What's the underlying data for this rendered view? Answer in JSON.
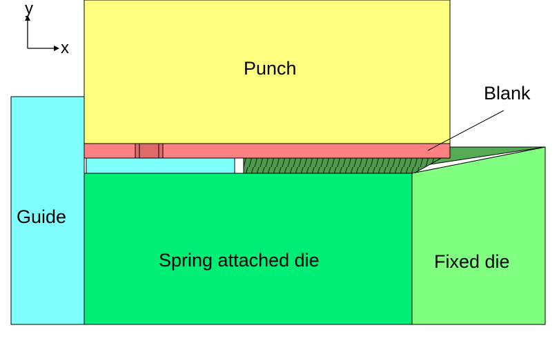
{
  "axes": {
    "y_label": "y",
    "x_label": "x"
  },
  "labels": {
    "punch": "Punch",
    "blank": "Blank",
    "guide": "Guide",
    "spring_die": "Spring attached die",
    "fixed_die": "Fixed die"
  },
  "colors": {
    "punch": "#ffff80",
    "blank": "#ff8080",
    "guide": "#80ffff",
    "spring_die": "#00ee76",
    "fixed_die": "#80ff80",
    "scrap": "#55aa55",
    "outline": "#000000"
  }
}
